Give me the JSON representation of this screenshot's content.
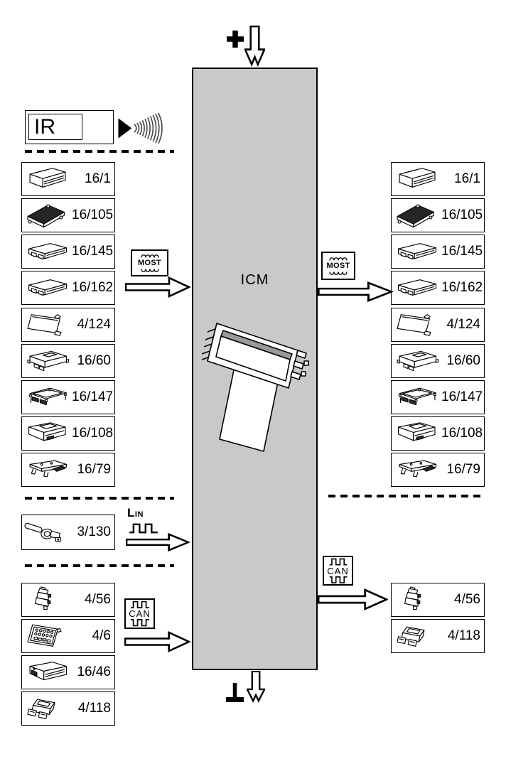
{
  "center_module": {
    "label": "ICM",
    "icon": "icm-unit-icon"
  },
  "power_top": {
    "symbol": "+",
    "icon": "plus-icon",
    "arrow": "down-arrow-icon"
  },
  "power_bottom": {
    "symbol": "⊥",
    "icon": "ground-icon",
    "arrow": "down-arrow-icon"
  },
  "ir_sensor": {
    "label": "IR",
    "icon": "ir-signal-icon"
  },
  "buses": {
    "most_left": {
      "label": "MOST",
      "icon": "most-waveform-icon"
    },
    "most_right": {
      "label": "MOST",
      "icon": "most-waveform-icon"
    },
    "lin": {
      "label": "LIN",
      "icon": "lin-waveform-icon"
    },
    "can_left": {
      "label": "CAN",
      "icon": "can-waveform-icon"
    },
    "can_right": {
      "label": "CAN",
      "icon": "can-waveform-icon"
    }
  },
  "left_column": {
    "group1": [
      {
        "label": "16/1",
        "icon": "head-unit-icon"
      },
      {
        "label": "16/105",
        "icon": "amplifier-icon"
      },
      {
        "label": "16/145",
        "icon": "flat-module-icon"
      },
      {
        "label": "16/162",
        "icon": "flat-module-icon"
      }
    ],
    "group2": [
      {
        "label": "4/124",
        "icon": "display-icon"
      },
      {
        "label": "16/60",
        "icon": "module-icon"
      },
      {
        "label": "16/147",
        "icon": "frame-module-icon"
      },
      {
        "label": "16/108",
        "icon": "cd-player-icon"
      },
      {
        "label": "16/79",
        "icon": "bracket-module-icon"
      }
    ],
    "group3": [
      {
        "label": "3/130",
        "icon": "stalk-switch-icon"
      }
    ],
    "group4": [
      {
        "label": "4/56",
        "icon": "connector-icon"
      },
      {
        "label": "4/6",
        "icon": "fuse-panel-icon"
      },
      {
        "label": "16/46",
        "icon": "unit-icon"
      },
      {
        "label": "4/118",
        "icon": "small-module-icon"
      }
    ]
  },
  "right_column": {
    "group1": [
      {
        "label": "16/1",
        "icon": "head-unit-icon"
      },
      {
        "label": "16/105",
        "icon": "amplifier-icon"
      },
      {
        "label": "16/145",
        "icon": "flat-module-icon"
      },
      {
        "label": "16/162",
        "icon": "flat-module-icon"
      }
    ],
    "group2": [
      {
        "label": "4/124",
        "icon": "display-icon"
      },
      {
        "label": "16/60",
        "icon": "module-icon"
      },
      {
        "label": "16/147",
        "icon": "frame-module-icon"
      },
      {
        "label": "16/108",
        "icon": "cd-player-icon"
      },
      {
        "label": "16/79",
        "icon": "bracket-module-icon"
      }
    ],
    "group3": [
      {
        "label": "4/56",
        "icon": "connector-icon"
      },
      {
        "label": "4/118",
        "icon": "small-module-icon"
      }
    ]
  },
  "colors": {
    "module_fill": "#c9c9c9",
    "line": "#000000",
    "background": "#ffffff"
  }
}
